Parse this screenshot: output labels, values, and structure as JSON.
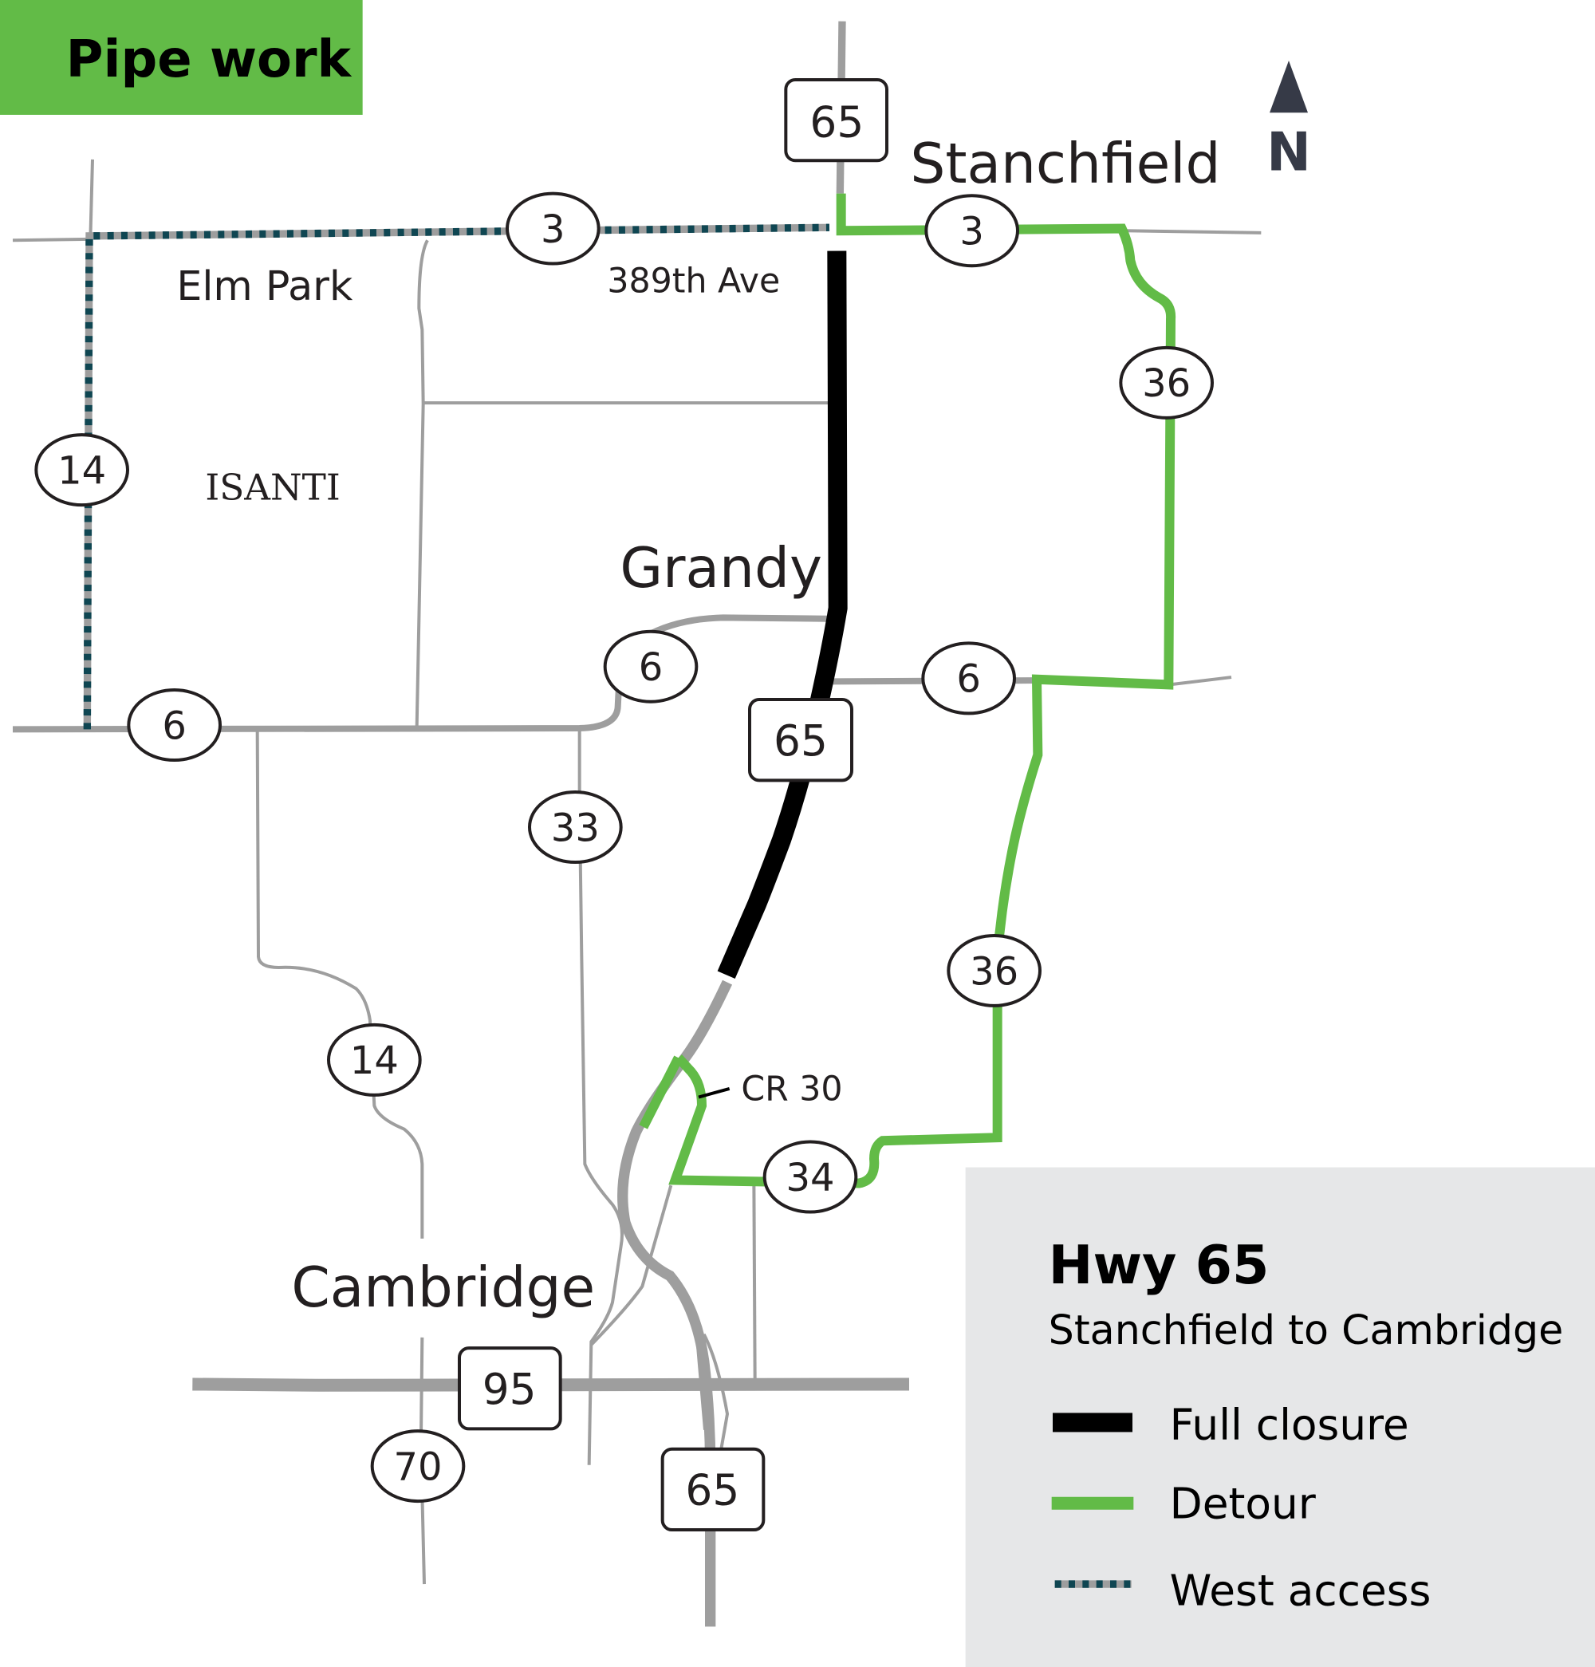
{
  "header": {
    "title": "Pipe work",
    "background_color": "#62bb47"
  },
  "north_arrow": {
    "label": "N",
    "color": "#363a47"
  },
  "places": {
    "stanchfield": "Stanchfield",
    "elm_park": "Elm Park",
    "grandy": "Grandy",
    "cambridge": "Cambridge",
    "county": "ISANTI"
  },
  "street_labels": {
    "ave_389th": "389th Ave",
    "cr30": "CR 30"
  },
  "route_signs": {
    "hwy65_north": "65",
    "hwy65_middle": "65",
    "hwy65_south": "65",
    "hwy95": "95",
    "cr3_west": "3",
    "cr3_east": "3",
    "cr36_north": "36",
    "cr36_south": "36",
    "cr14_north": "14",
    "cr14_south": "14",
    "cr6_west": "6",
    "cr6_mid": "6",
    "cr6_east": "6",
    "cr33": "33",
    "cr34": "34",
    "cr70": "70"
  },
  "legend": {
    "title": "Hwy 65",
    "subtitle": "Stanchfield to Cambridge",
    "background_color": "#e6e7e8",
    "items": [
      {
        "label": "Full closure",
        "color": "#000000",
        "style": "solid"
      },
      {
        "label": "Detour",
        "color": "#62bb47",
        "style": "solid"
      },
      {
        "label": "West access",
        "color": "#0f4652",
        "style": "dashed-on-gray"
      }
    ]
  }
}
